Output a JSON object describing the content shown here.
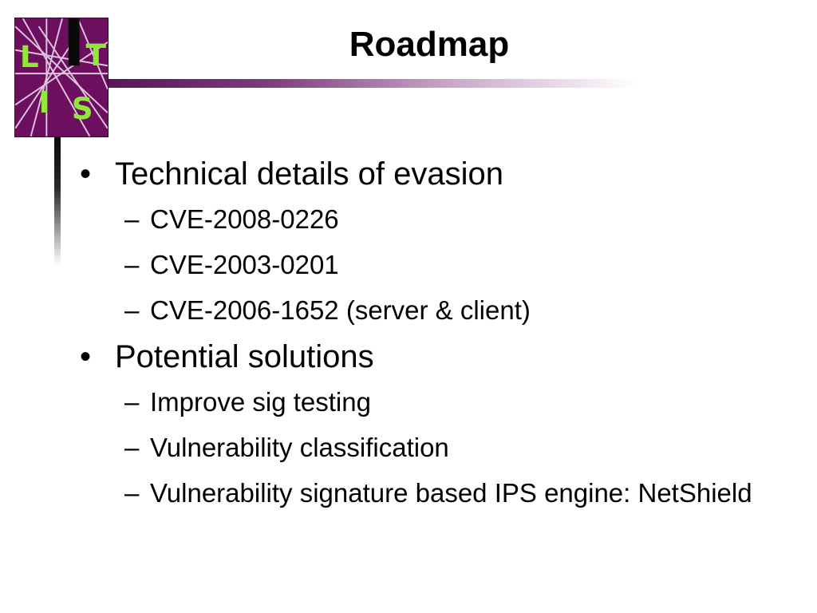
{
  "slide": {
    "title": "Roadmap",
    "logo_text": "LIST"
  },
  "bullets": [
    {
      "text": "Technical details of evasion",
      "subitems": [
        "CVE-2008-0226",
        "CVE-2003-0201",
        "CVE-2006-1652 (server & client)"
      ]
    },
    {
      "text": "Potential solutions",
      "subitems": [
        "Improve sig testing",
        "Vulnerability classification",
        "Vulnerability signature based IPS engine: NetShield"
      ]
    }
  ],
  "markers": {
    "bullet": "•",
    "dash": "–"
  },
  "colors": {
    "accent": "#6b0f5e",
    "logo_text": "#7fe03a"
  }
}
